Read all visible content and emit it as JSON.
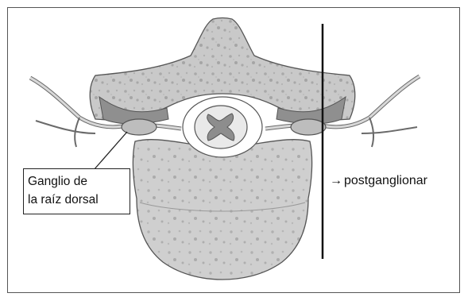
{
  "diagram": {
    "ganglion_label": {
      "line1": "Ganglio de",
      "line2": "la raíz dorsal"
    },
    "side_label": {
      "arrow": "→",
      "text": "postganglionar"
    }
  }
}
